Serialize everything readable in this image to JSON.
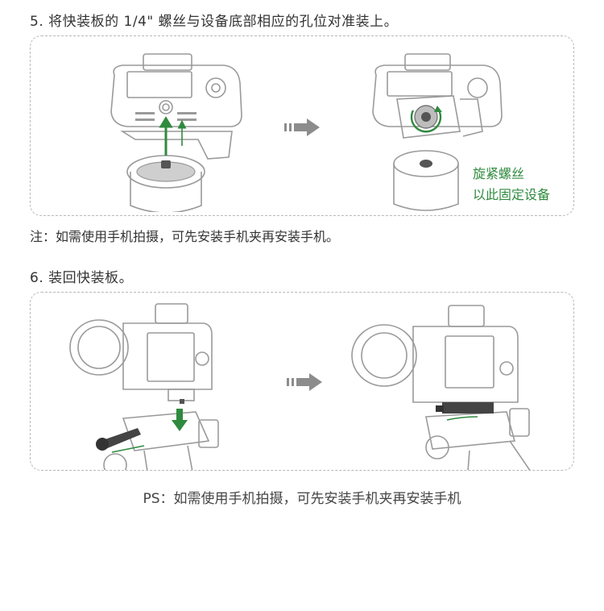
{
  "step5": {
    "title": "5. 将快装板的 1/4\" 螺丝与设备底部相应的孔位对准装上。",
    "caption_line1": "旋紧螺丝",
    "caption_line2": "以此固定设备"
  },
  "note": "注：如需使用手机拍摄，可先安装手机夹再安装手机。",
  "step6": {
    "title": "6. 装回快装板。"
  },
  "ps": "PS：如需使用手机拍摄，可先安装手机夹再安装手机",
  "colors": {
    "accent_green": "#2f8a3e",
    "line_gray": "#8a8a8a",
    "arrow_gray": "#8c8c8c"
  }
}
